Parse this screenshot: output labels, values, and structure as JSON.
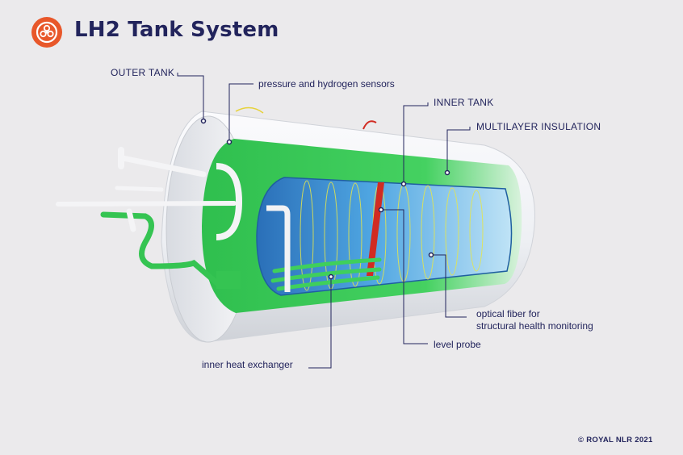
{
  "header": {
    "title": "LH2 Tank System",
    "logo_icon": "royal-nlr-logo-icon"
  },
  "labels": {
    "outer_tank": "OUTER TANK",
    "sensors": "pressure and hydrogen sensors",
    "inner_tank": "INNER TANK",
    "multilayer_insulation": "MULTILAYER INSULATION",
    "optical_fiber_line1": "optical fiber for",
    "optical_fiber_line2": "structural health monitoring",
    "level_probe": "level probe",
    "inner_heat_exchanger": "inner heat exchanger"
  },
  "footer": {
    "copyright": "© ROYAL NLR 2021"
  },
  "colors": {
    "background": "#ebeaec",
    "title_text": "#22245c",
    "logo_orange": "#e8572a",
    "outer_tank": "#f4f4f6",
    "insulation_green": "#3fcf5c",
    "inner_tank_blue": "#5ab0e6",
    "level_probe_red": "#d12b22",
    "fiber_yellow": "#e6e64a"
  }
}
